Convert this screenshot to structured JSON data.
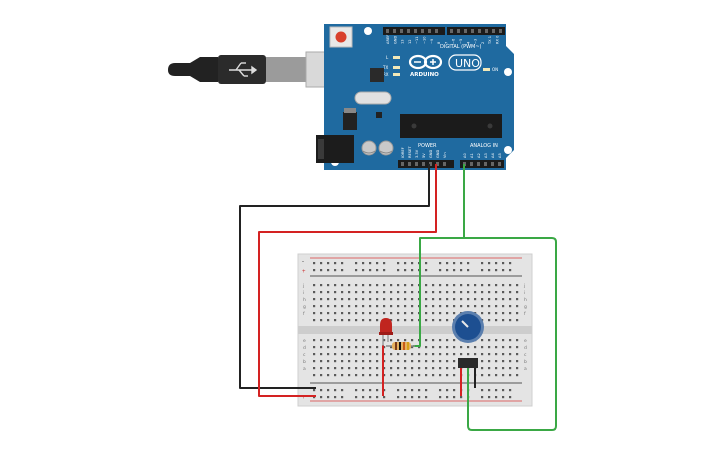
{
  "arduino": {
    "brand": "ARDUINO",
    "model": "UNO",
    "digital_header_label": "DIGITAL (PWM~)",
    "power_header_label": "POWER",
    "analog_header_label": "ANALOG IN",
    "on_led_label": "ON",
    "tx_label": "TX",
    "rx_label": "RX",
    "l_label": "L",
    "digital_pins": [
      "AREF",
      "GND",
      "13",
      "12",
      "~11",
      "~10",
      "~9",
      "8",
      "7",
      "~6",
      "~5",
      "4",
      "~3",
      "2",
      "TX 1",
      "RX 0"
    ],
    "power_pins": [
      "IOREF",
      "RESET",
      "3.3V",
      "5V",
      "GND",
      "GND",
      "Vin"
    ],
    "analog_pins": [
      "A0",
      "A1",
      "A2",
      "A3",
      "A4",
      "A5"
    ],
    "board_color": "#1f6aa0"
  },
  "breadboard": {
    "row_letters_top": [
      "j",
      "i",
      "h",
      "g",
      "f"
    ],
    "row_letters_bottom": [
      "e",
      "d",
      "c",
      "b",
      "a"
    ],
    "rail_plus": "+",
    "rail_minus": "-"
  },
  "components": {
    "led": {
      "color": "#c0251f"
    },
    "resistor": {
      "bands": [
        "#7a3b1a",
        "#111111",
        "#c85a16",
        "#d4a017"
      ]
    },
    "potentiometer": {
      "knob_color": "#1d4f91"
    }
  },
  "wires": {
    "ground_color": "#222222",
    "power_color": "#d42222",
    "signal_color": "#3aa845"
  },
  "usb": {
    "cable_color": "#222222"
  }
}
